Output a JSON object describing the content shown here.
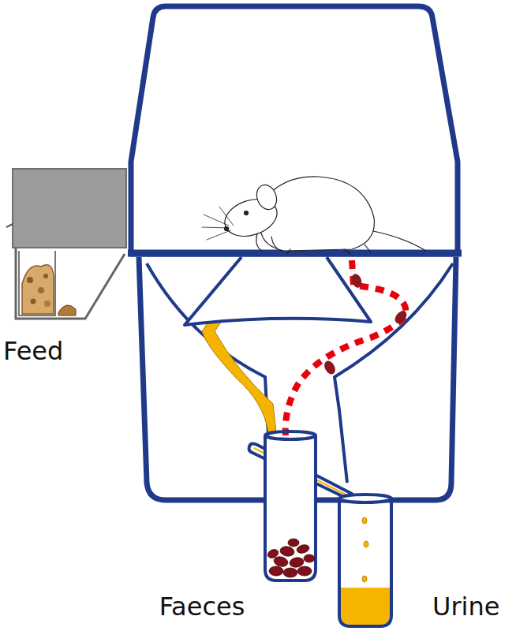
{
  "diagram": {
    "labels": [
      "Feed",
      "Faeces",
      "Urine"
    ]
  }
}
